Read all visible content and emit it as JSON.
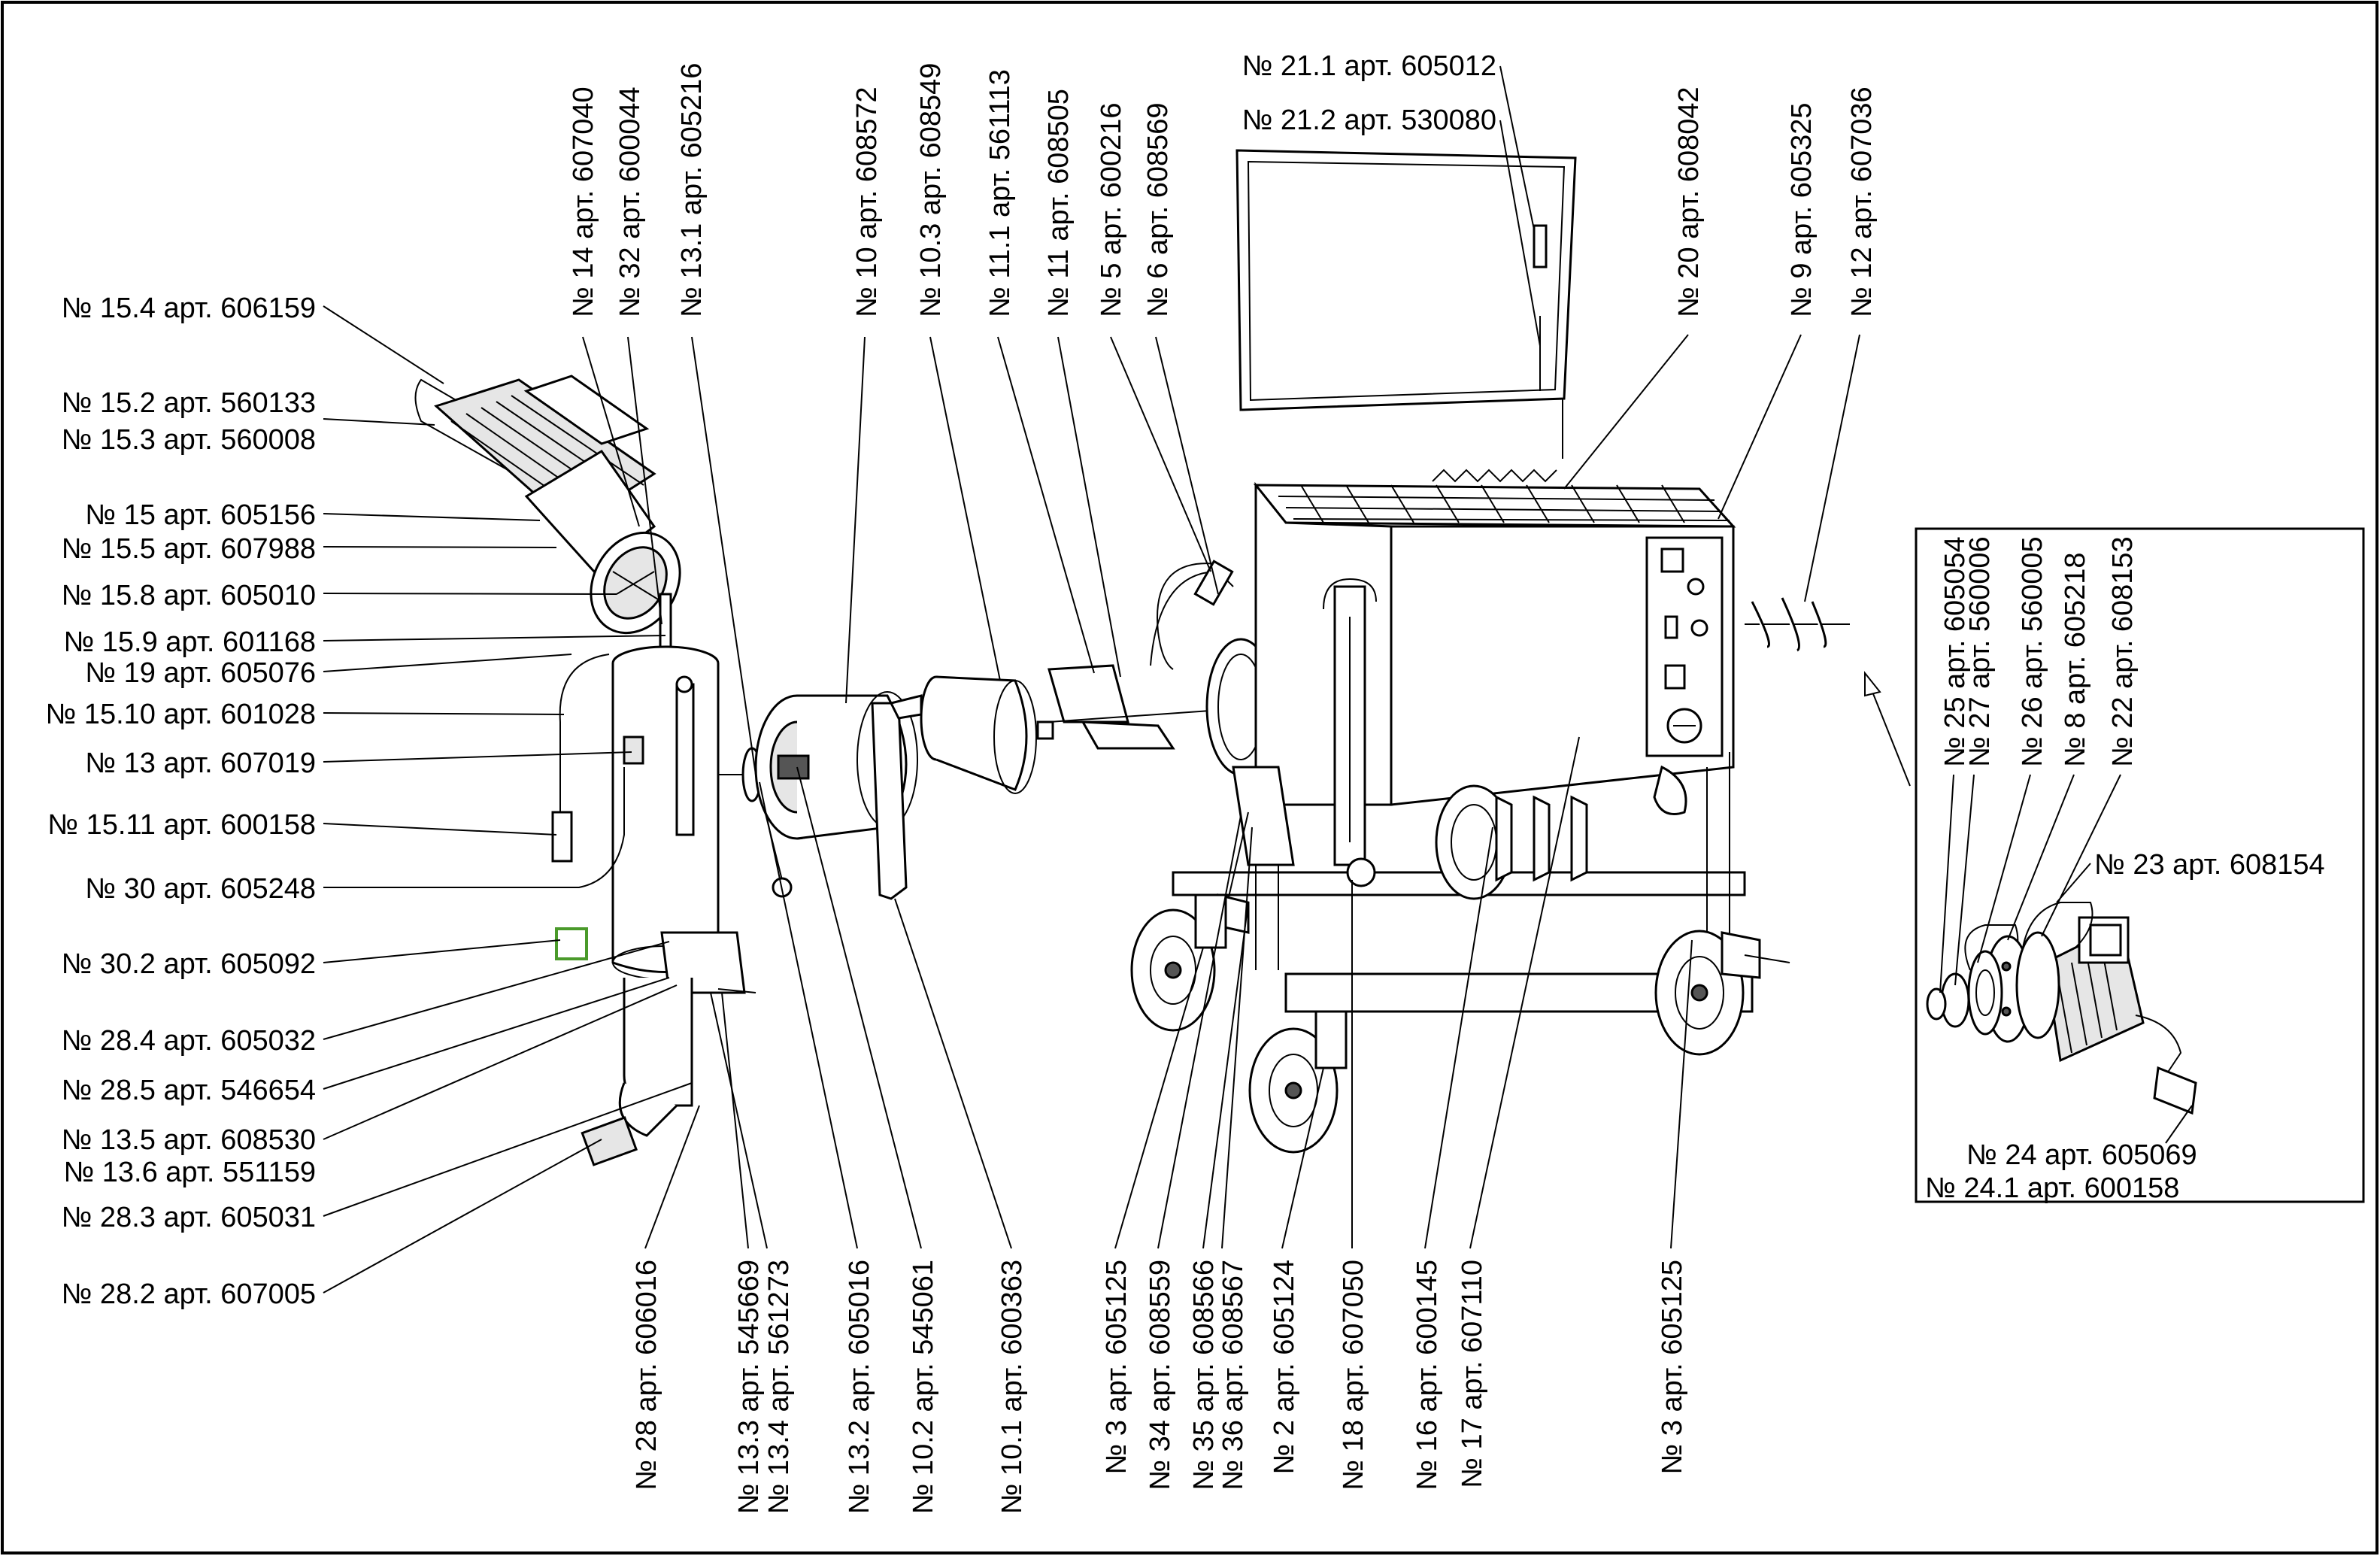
{
  "labels_left": [
    "№ 15.4 арт. 606159",
    "№ 15.2 арт. 560133",
    "№ 15.3 арт. 560008",
    "№ 15 арт. 605156",
    "№ 15.5 арт. 607988",
    "№ 15.8 арт. 605010",
    "№ 15.9 арт. 601168",
    "№ 19 арт. 605076",
    "№ 15.10 арт. 601028",
    "№ 13 арт. 607019",
    "№ 15.11 арт. 600158",
    "№ 30 арт. 605248",
    "№ 30.2 арт. 605092",
    "№ 28.4 арт. 605032",
    "№ 28.5 арт. 546654",
    "№ 13.5 арт. 608530",
    "№ 13.6 арт. 551159",
    "№ 28.3 арт. 605031",
    "№ 28.2 арт. 607005"
  ],
  "labels_top": [
    "№ 14 арт. 607040",
    "№ 32 арт. 600044",
    "№ 13.1 арт. 605216",
    "№ 10 арт. 608572",
    "№ 10.3 арт. 608549",
    "№ 11.1 арт. 561113",
    "№ 11 арт. 608505",
    "№ 5 арт. 600216",
    "№ 6 арт. 608569",
    "№ 20 арт. 608042",
    "№ 9 арт. 605325",
    "№ 12 арт. 607036"
  ],
  "labels_top_horizontal": [
    "№ 21.1 арт. 605012",
    "№ 21.2 арт. 530080"
  ],
  "labels_bottom": [
    "№ 28 арт. 606016",
    "№ 13.3 арт. 545669",
    "№ 13.4 арт. 561273",
    "№ 13.2 арт. 605016",
    "№ 10.2 арт. 545061",
    "№ 10.1 арт. 600363",
    "№ 3 арт. 605125",
    "№ 34 арт. 608559",
    "№ 35 арт. 608566",
    "№ 36 арт. 608567",
    "№ 2 арт. 605124",
    "№ 18 арт. 607050",
    "№ 16 арт. 600145",
    "№ 17 арт. 607110",
    "№ 3 арт. 605125"
  ],
  "labels_inset_top": [
    "№ 25 арт. 605054",
    "№ 27 арт. 560006",
    "№ 26 арт. 560005",
    "№ 8 арт. 605218",
    "№ 22 арт. 608153"
  ],
  "labels_inset": [
    "№ 23 арт. 608154",
    "№ 24 арт. 605069",
    "№ 24.1 арт. 600158"
  ]
}
